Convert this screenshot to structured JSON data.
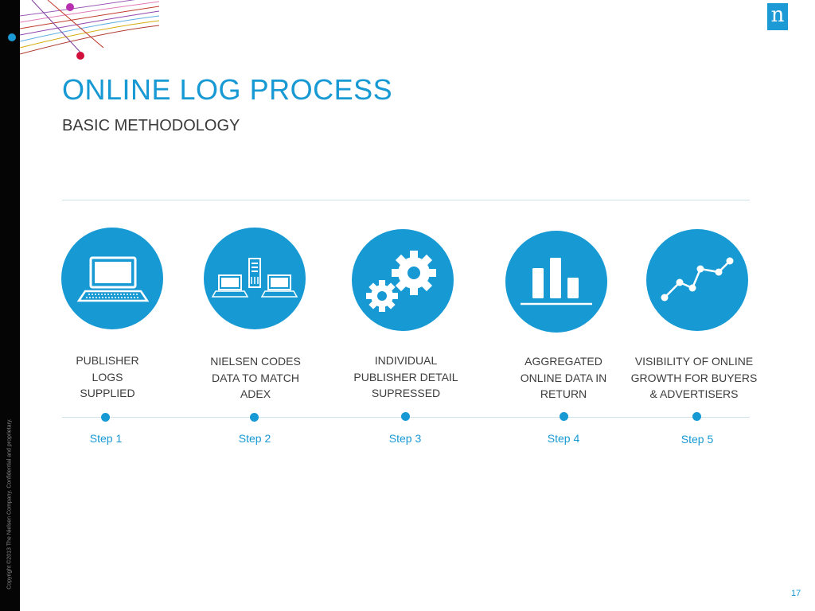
{
  "slide": {
    "title": "ONLINE LOG PROCESS",
    "subtitle": "BASIC METHODOLOGY",
    "copyright": "Copyright ©2013 The Nielsen Company. Confidential and proprietary.",
    "logo_letter": "n",
    "page_number": "17"
  },
  "colors": {
    "accent": "#1799d4",
    "text": "#3d3d3d",
    "sidebar": "#050505"
  },
  "steps": [
    {
      "icon": "laptop-icon",
      "label": "PUBLISHER\nLOGS\nSUPPLIED",
      "step": "Step 1"
    },
    {
      "icon": "network-computers-icon",
      "label": "NIELSEN CODES\nDATA TO MATCH\nADEX",
      "step": "Step 2"
    },
    {
      "icon": "gears-icon",
      "label": "INDIVIDUAL\nPUBLISHER DETAIL\nSUPRESSED",
      "step": "Step 3"
    },
    {
      "icon": "bar-chart-icon",
      "label": "AGGREGATED\nONLINE DATA IN\nRETURN",
      "step": "Step 4"
    },
    {
      "icon": "line-graph-icon",
      "label": "VISIBILITY OF ONLINE\nGROWTH FOR BUYERS\n& ADVERTISERS",
      "step": "Step 5"
    }
  ]
}
